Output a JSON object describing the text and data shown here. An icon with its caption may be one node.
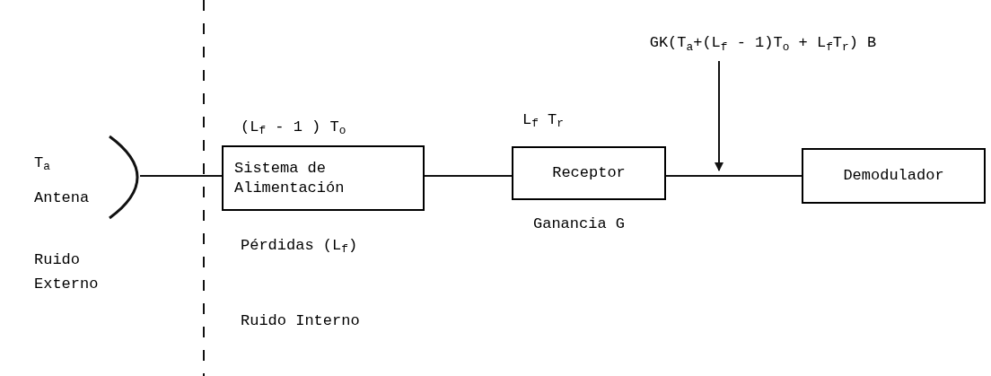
{
  "diagram": {
    "nodes": [
      {
        "text": [],
        "shape": "antenna",
        "beside": [
          "T$_{a}$",
          "Antena",
          "Ruido Externo"
        ]
      },
      {
        "text": [
          "Sistema de Alimentación"
        ],
        "beside": [
          "(L$_{f}$ - 1 ) T$_{o}$",
          "Pérdidas (L$_{f}$)"
        ]
      },
      {
        "text": [
          "Receptor"
        ],
        "beside": [
          "L$_{f}$ T$_{r}$",
          "Ganancia G"
        ]
      },
      {
        "text": [
          "Demodulador"
        ]
      },
      {
        "text": [
          "GK(T$_{a}$+(L$_{f}$ - 1)T$_{o}$ + L$_{f}$T$_{r}$) B"
        ]
      }
    ],
    "edges": [
      {
        "from": 0,
        "to": 1,
        "arrow": "none"
      },
      {
        "from": 1,
        "to": 2,
        "arrow": "none"
      },
      {
        "from": 2,
        "to": 3,
        "arrow": "none"
      },
      {
        "from": 4,
        "to": null,
        "arrow": "to"
      }
    ],
    "labels": [
      "Ruido Interno"
    ]
  }
}
